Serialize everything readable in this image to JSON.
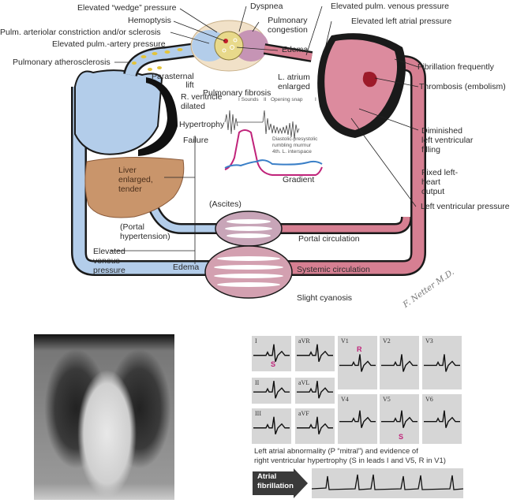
{
  "figure": {
    "labels_left": {
      "wedge": "Elevated “wedge” pressure",
      "hemoptysis": "Hemoptysis",
      "arteriolar": "Pulm. arteriolar constriction and/or sclerosis",
      "pa_pressure": "Elevated pulm.-artery pressure",
      "atherosclerosis": "Pulmonary atherosclerosis",
      "parasternal": "Parasternal\nlift",
      "rv_dilated": "R. ventricle\ndilated",
      "hypertrophy": "Hypertrophy",
      "failure": "Failure",
      "liver": "Liver\nenlarged,\ntender",
      "ascites": "(Ascites)",
      "portal_htn": "(Portal\nhypertension)",
      "venous_pressure": "Elevated\nvenous\npressure",
      "edema_systemic": "Edema"
    },
    "labels_top": {
      "dyspnea": "Dyspnea",
      "pulm_congestion": "Pulmonary\ncongestion",
      "edema_pulm": "Edema",
      "pulm_fibrosis": "Pulmonary fibrosis",
      "venous": "Elevated pulm. venous pressure",
      "left_atrial": "Elevated left atrial pressure",
      "la_enlarged": "L. atrium\nenlarged"
    },
    "labels_right": {
      "fibrillation": "Fibrillation frequently",
      "thrombosis": "Thrombosis (embolism)",
      "diminished": "Diminished\nleft ventricular\nfilling",
      "fixed_output": "Fixed left-\nheart\noutput",
      "lv_pressure": "Left ventricular pressure"
    },
    "phonocardiogram": {
      "sounds_label": "I Sounds",
      "ii_label": "II",
      "opening_snap": "Opening snap",
      "i_label": "I",
      "murmur": "Diastolic-presystolic\nrumbling murmur\n4th. L. interspace",
      "gradient": "Gradient"
    },
    "circulation": {
      "portal": "Portal circulation",
      "systemic": "Systemic circulation",
      "cyanosis": "Slight cyanosis"
    },
    "signature": "F. Netter M.D.",
    "colors": {
      "venous_blue": "#b3cdea",
      "arterial_pink": "#d67f92",
      "liver_tan": "#c9956b",
      "lung_yellow": "#e8d98a",
      "murmur_magenta": "#c0237a",
      "lv_blue": "#3a7fc7"
    }
  },
  "ecg": {
    "leads": [
      {
        "name": "I",
        "mark": "S"
      },
      {
        "name": "aVR",
        "mark": ""
      },
      {
        "name": "V1",
        "mark": "R"
      },
      {
        "name": "V2",
        "mark": ""
      },
      {
        "name": "V3",
        "mark": ""
      },
      {
        "name": "II",
        "mark": ""
      },
      {
        "name": "aVL",
        "mark": ""
      },
      {
        "name": "V4",
        "mark": ""
      },
      {
        "name": "V5",
        "mark": "S"
      },
      {
        "name": "V6",
        "mark": ""
      },
      {
        "name": "III",
        "mark": ""
      },
      {
        "name": "aVF",
        "mark": ""
      }
    ],
    "caption_line1": "Left atrial abnormality (P “mitral”) and evidence of",
    "caption_line2": "right ventricular hypertrophy (S in leads I and V5, R in V1)",
    "af_label_1": "Atrial",
    "af_label_2": "fibrillation"
  }
}
